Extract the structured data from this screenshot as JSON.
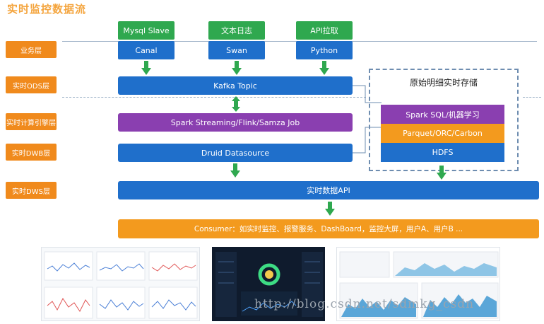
{
  "title": "实时监控数据流",
  "layers": {
    "business": "业务层",
    "ods": "实时ODS层",
    "compute": "实时计算引擎层",
    "dwb": "实时DWB层",
    "dws": "实时DWS层"
  },
  "sources": [
    {
      "top": "Mysql Slave",
      "bottom": "Canal"
    },
    {
      "top": "文本日志",
      "bottom": "Swan"
    },
    {
      "top": "API拉取",
      "bottom": "Python"
    }
  ],
  "kafka": "Kafka Topic",
  "compute_engine": "Spark Streaming/Flink/Samza Job",
  "druid": "Druid Datasource",
  "storage": {
    "title": "原始明细实时存储",
    "sql": "Spark SQL/机器学习",
    "format": "Parquet/ORC/Carbon",
    "hdfs": "HDFS"
  },
  "api": "实时数据API",
  "consumer": "Consumer：如实时监控、报警服务、DashBoard，监控大屏，用户A、用户B ...",
  "watermark": "http://blog.csdn.net/sdmkg_csdn",
  "colors": {
    "green": "#2fa84f",
    "blue": "#1f6fcb",
    "purple": "#8a3fb0",
    "orange": "#f39a1e",
    "title": "#f4a43c"
  }
}
